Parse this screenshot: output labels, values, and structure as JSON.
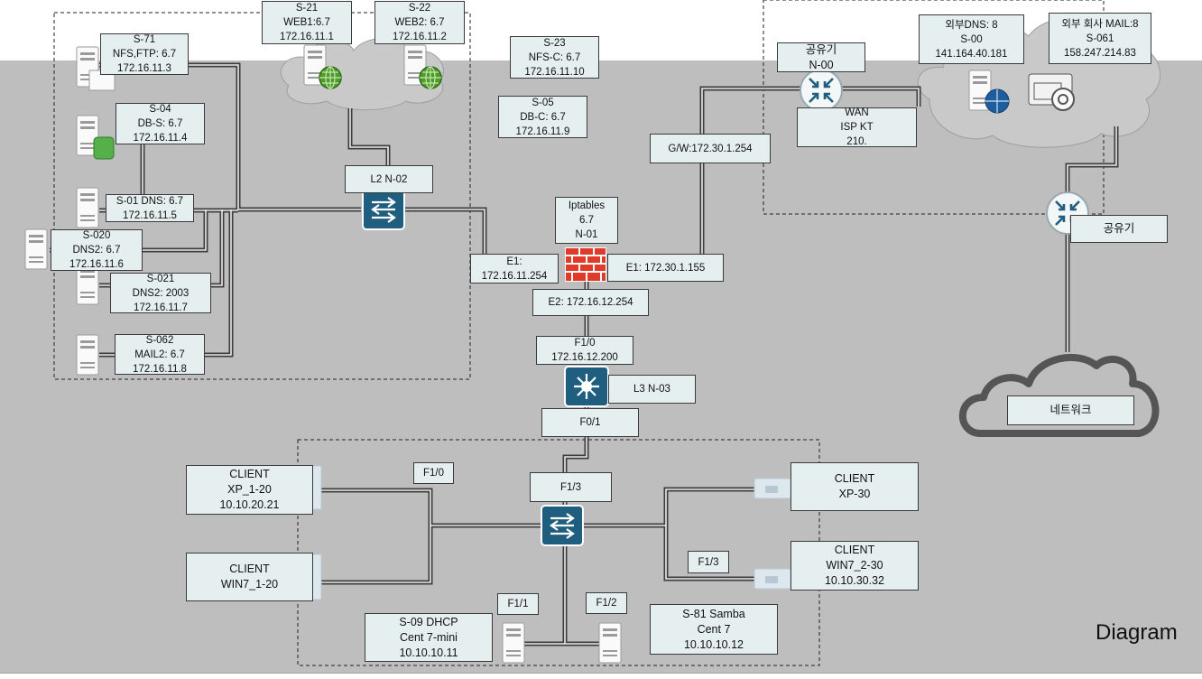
{
  "title": "Diagram",
  "zones": [
    {
      "id": "dmz",
      "lines": [
        "S-71",
        "NFS,FTP: 6.7",
        "172.16.11.3"
      ],
      "kind": "server"
    },
    {
      "id": "s04",
      "lines": [
        "S-04",
        "DB-S: 6.7",
        "172.16.11.4"
      ]
    }
  ],
  "labels": {
    "s21": [
      "S-21",
      "WEB1:6.7",
      "172.16.11.1"
    ],
    "s22": [
      "S-22",
      "WEB2: 6.7",
      "172.16.11.2"
    ],
    "s71": [
      "S-71",
      "NFS,FTP: 6.7",
      "172.16.11.3"
    ],
    "s23": [
      "S-23",
      "NFS-C: 6.7",
      "172.16.11.10"
    ],
    "s05": [
      "S-05",
      "DB-C: 6.7",
      "172.16.11.9"
    ],
    "s04": [
      "S-04",
      "DB-S: 6.7",
      "172.16.11.4"
    ],
    "s01": [
      "S-01 DNS: 6.7",
      "172.16.11.5"
    ],
    "s020": [
      "S-020",
      "DNS2: 6.7",
      "172.16.11.6"
    ],
    "s021": [
      "S-021",
      "DNS2: 2003",
      "172.16.11.7"
    ],
    "s062": [
      "S-062",
      "MAIL2: 6.7",
      "172.16.11.8"
    ],
    "l2": [
      "L2 N-02"
    ],
    "iptables": [
      "Iptables",
      "6.7",
      "N-01"
    ],
    "e1left": [
      "E1:",
      "172.16.11.254"
    ],
    "e1right": [
      "E1: 172.30.1.155"
    ],
    "e2": [
      "E2: 172.16.12.254"
    ],
    "f10top": [
      "F1/0",
      "172.16.12.200"
    ],
    "l3": [
      "L3 N-03"
    ],
    "f01": [
      "F0/1"
    ],
    "gw": [
      "G/W:172.30.1.254"
    ],
    "router1": [
      "공유기",
      "N-00"
    ],
    "wan": [
      "WAN",
      "ISP KT",
      "210."
    ],
    "extdns": [
      "외부DNS: 8",
      "S-00",
      "141.164.40.181"
    ],
    "extmail": [
      "외부 회사 MAIL:8",
      "S-061",
      "158.247.214.83"
    ],
    "router2": [
      "공유기"
    ],
    "network": [
      "네트워크"
    ],
    "cxp20": [
      "CLIENT",
      "XP_1-20",
      "10.10.20.21"
    ],
    "cwin720": [
      "CLIENT",
      "WIN7_1-20"
    ],
    "f10": [
      "F1/0"
    ],
    "f13a": [
      "F1/3"
    ],
    "cxp30": [
      "CLIENT",
      "XP-30"
    ],
    "f13b": [
      "F1/3"
    ],
    "cwin730": [
      "CLIENT",
      "WIN7_2-30",
      "10.10.30.32"
    ],
    "f11": [
      "F1/1"
    ],
    "f12": [
      "F1/2"
    ],
    "s09": [
      "S-09 DHCP",
      "Cent 7-mini",
      "10.10.10.11"
    ],
    "s81": [
      "S-81 Samba",
      "Cent 7",
      "10.10.10.12"
    ]
  },
  "colors": {
    "background_band": "#bebebe",
    "label_fill": "#e6eff0",
    "switch_blue": "#1f5e7e",
    "firewall_red": "#e03a2a"
  }
}
